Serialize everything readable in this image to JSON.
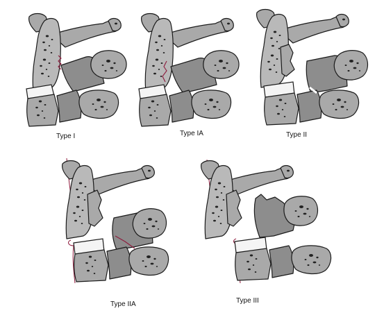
{
  "figure": {
    "captions": {
      "type_i": "Type I",
      "type_ia": "Type IA",
      "type_ii": "Type II",
      "type_iia": "Type IIA",
      "type_iii": "Type III"
    }
  }
}
